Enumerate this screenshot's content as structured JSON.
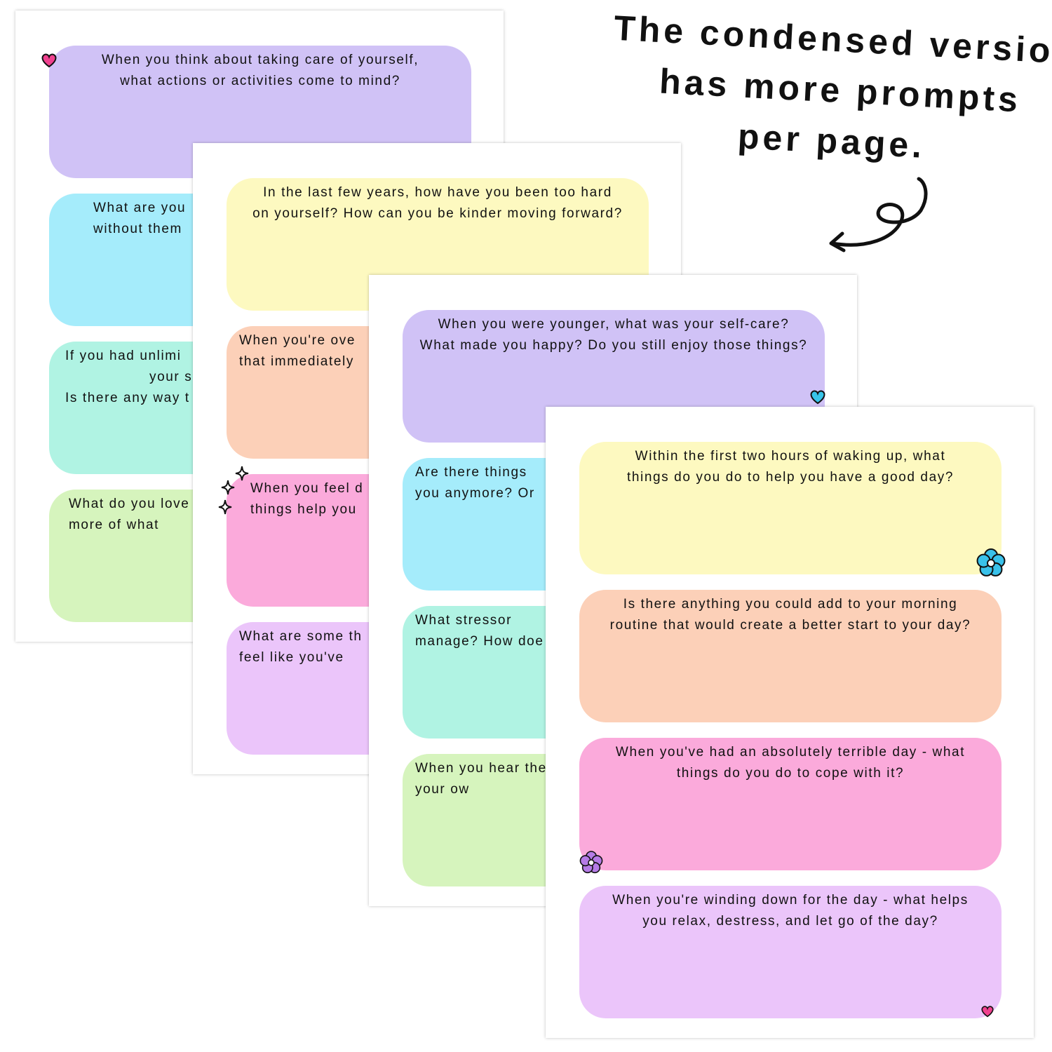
{
  "headline": {
    "lines": [
      "The condensed version",
      "has more prompts",
      "per page."
    ]
  },
  "colors": {
    "purple": "#d0c2f6",
    "blue": "#a5ecfb",
    "mint": "#b0f3e3",
    "green": "#d6f4bd",
    "yellow": "#fdf9c0",
    "peach": "#fcd0b8",
    "pink": "#fbaadb",
    "lavender": "#ebc5fa"
  },
  "pages": [
    {
      "prompts": [
        {
          "color": "purple",
          "lines": [
            "When you think about taking care of yourself,",
            "what actions or activities come to mind?"
          ]
        },
        {
          "color": "blue",
          "lines": [
            "What are you",
            "without them"
          ],
          "align": "left",
          "indent": 45
        },
        {
          "color": "mint",
          "lines": [
            "If you had unlimi",
            "your s",
            "Is there any way t"
          ],
          "align": "left",
          "indent": 5
        },
        {
          "color": "green",
          "lines": [
            "What do you love",
            "more of what"
          ],
          "align": "left",
          "indent": 10
        }
      ]
    },
    {
      "prompts": [
        {
          "color": "yellow",
          "lines": [
            "In the last few years, how have you been too hard",
            "on yourself? How can you be kinder moving forward?"
          ]
        },
        {
          "color": "peach",
          "lines": [
            "When you're ove",
            "that immediately"
          ],
          "align": "left",
          "indent": 0
        },
        {
          "color": "pink",
          "lines": [
            "When you feel d",
            "things help you"
          ],
          "align": "left",
          "indent": 16
        },
        {
          "color": "lavender",
          "lines": [
            "What are some th",
            "feel like you've"
          ],
          "align": "left",
          "indent": 0
        }
      ]
    },
    {
      "prompts": [
        {
          "color": "purple",
          "lines": [
            "When you were younger, what was your self-care?",
            "What made you happy? Do you still enjoy those things?"
          ]
        },
        {
          "color": "blue",
          "lines": [
            "Are there things",
            "you anymore? Or"
          ],
          "align": "left",
          "indent": 0
        },
        {
          "color": "mint",
          "lines": [
            "What stressor",
            "manage? How doe"
          ],
          "align": "left",
          "indent": 0
        },
        {
          "color": "green",
          "lines": [
            "When you hear the",
            "your ow"
          ],
          "align": "left",
          "indent": 0
        }
      ]
    },
    {
      "prompts": [
        {
          "color": "yellow",
          "lines": [
            "Within the first two hours of waking up, what",
            "things do you do to help you have a good day?"
          ]
        },
        {
          "color": "peach",
          "lines": [
            "Is there anything you could add to your morning",
            "routine that would create a better start to your day?"
          ]
        },
        {
          "color": "pink",
          "lines": [
            "When you've had an absolutely terrible day - what",
            "things do you do to cope with it?"
          ]
        },
        {
          "color": "lavender",
          "lines": [
            "When you're winding down for the day - what helps",
            "you relax, destress, and let go of the day?"
          ]
        }
      ]
    }
  ]
}
